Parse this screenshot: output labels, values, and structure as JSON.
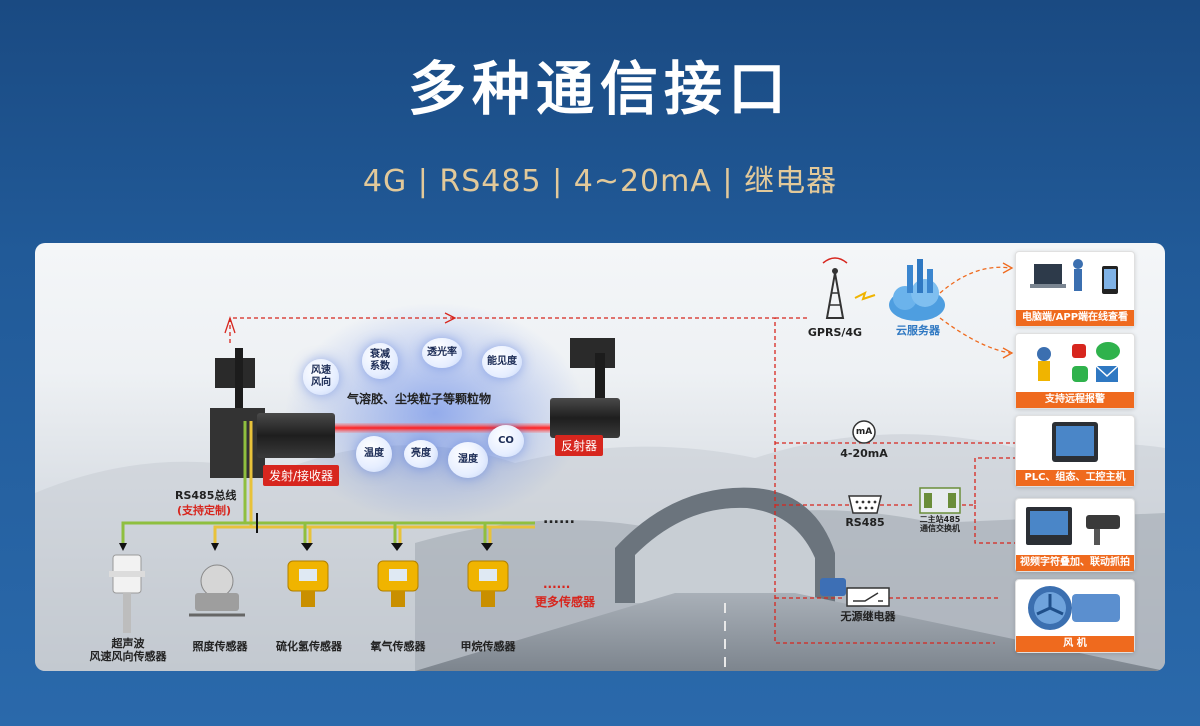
{
  "header": {
    "title": "多种通信接口",
    "subtitle": "4G | RS485 | 4~20mA | 继电器"
  },
  "device": {
    "emitter_label": "发射/接收器",
    "reflector_label": "反射器",
    "particles_label": "气溶胶、尘埃粒子等颗粒物",
    "bubbles": [
      "风速\n风向",
      "衰减\n系数",
      "透光率",
      "能见度",
      "温度",
      "亮度",
      "湿度",
      "CO"
    ]
  },
  "bus": {
    "label": "RS485总线",
    "note": "(支持定制)",
    "dots": "......",
    "more": "更多传感器",
    "more_dots": "......"
  },
  "sensors": [
    {
      "label": "超声波\n风速风向传感器"
    },
    {
      "label": "照度传感器"
    },
    {
      "label": "硫化氢传感器"
    },
    {
      "label": "氧气传感器"
    },
    {
      "label": "甲烷传感器"
    }
  ],
  "network": {
    "gprs": "GPRS/4G",
    "cloud": "云服务器",
    "ma": "4-20mA",
    "ma_icon": "mA",
    "rs485": "RS485",
    "converter": "二主站485\n通信交换机",
    "relay": "无源继电器"
  },
  "outputs": [
    {
      "label": "电脑端/APP端在线查看"
    },
    {
      "label": "支持远程报警"
    },
    {
      "label": "PLC、组态、工控主机"
    },
    {
      "label": "视频字符叠加、联动抓拍"
    },
    {
      "label": "风 机"
    }
  ],
  "colors": {
    "accent_red": "#d7261e",
    "accent_orange": "#ef6a1e",
    "title": "#ffffff",
    "subtitle": "#e2c99a",
    "bus_green": "#8fbf3f",
    "bus_yellow": "#e8c23a"
  }
}
